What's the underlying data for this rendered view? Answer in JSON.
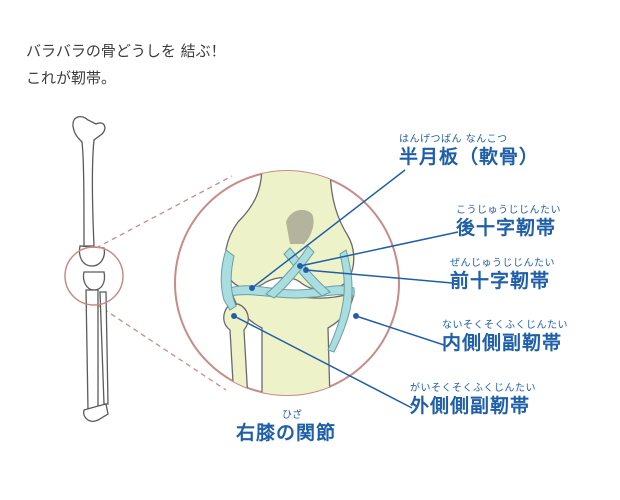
{
  "intro": {
    "line1": "バラバラの骨どうしを 結ぶ！",
    "line2": "これが靭帯。"
  },
  "labels": {
    "meniscus": {
      "ruby": "はんげつばん なんこつ",
      "name": "半月板（軟骨）"
    },
    "pcl": {
      "ruby": "こうじゅうじじんたい",
      "name": "後十字靭帯"
    },
    "acl": {
      "ruby": "ぜんじゅうじじんたい",
      "name": "前十字靭帯"
    },
    "mcl": {
      "ruby": "ないそくそくふくじんたい",
      "name": "内側側副靭帯"
    },
    "lcl": {
      "ruby": "がいそくそくふくじんたい",
      "name": "外側側副靭帯"
    }
  },
  "caption": {
    "ruby": "ひざ",
    "name": "右膝の関節"
  },
  "colors": {
    "bone": "#eef2c8",
    "bone_outline": "#6a6a6a",
    "ligament": "#a9dde0",
    "magnifier_ring": "#c98a8a",
    "label_blue": "#1f5fa8"
  }
}
